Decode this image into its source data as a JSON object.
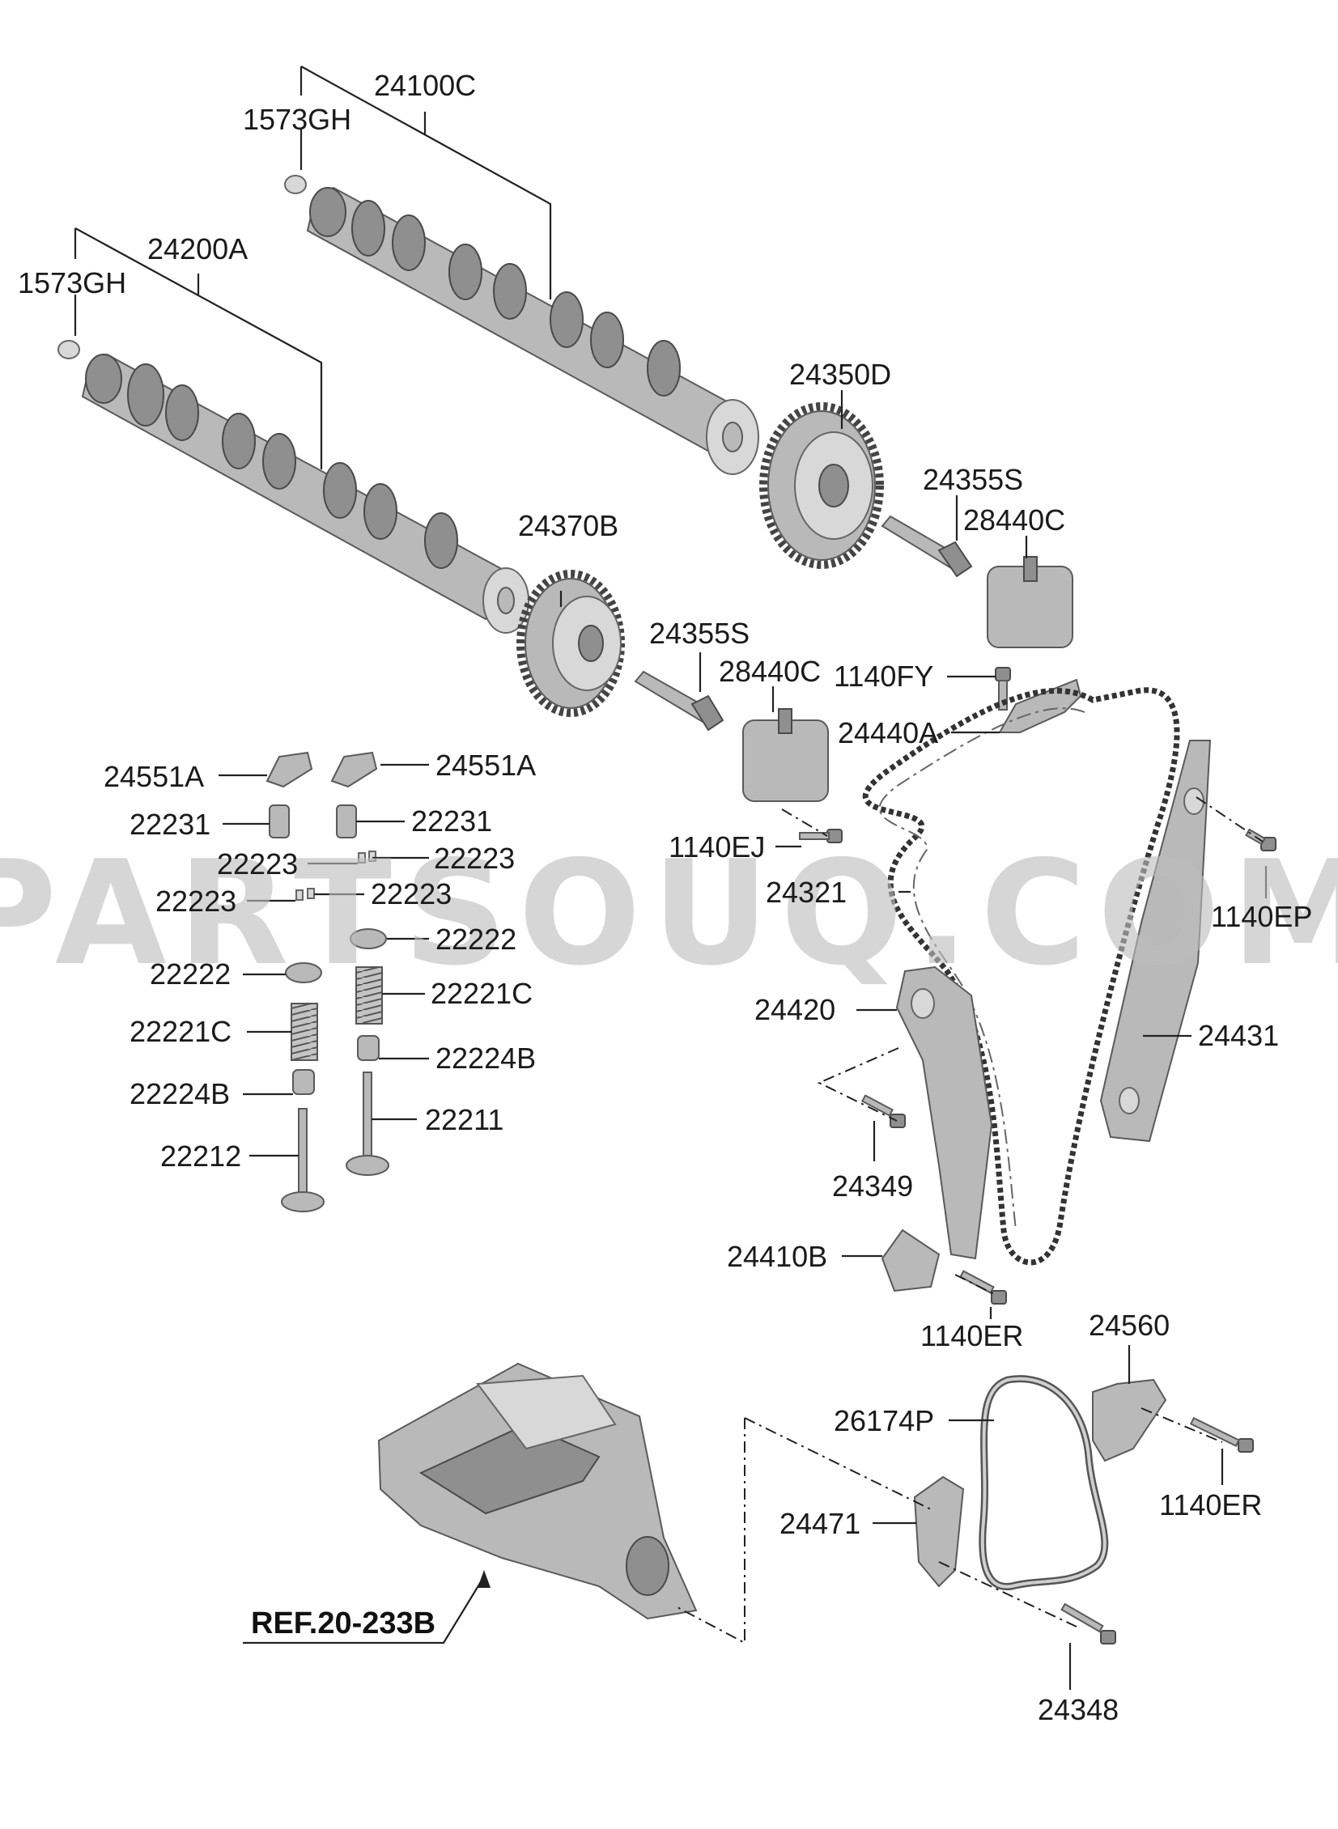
{
  "watermark": "PARTSOUQ.COM",
  "reference": "REF.20-233B",
  "labels": {
    "l_24100C": "24100C",
    "l_1573GH_a": "1573GH",
    "l_24200A": "24200A",
    "l_1573GH_b": "1573GH",
    "l_24350D": "24350D",
    "l_24355S_a": "24355S",
    "l_28440C_a": "28440C",
    "l_24370B": "24370B",
    "l_24355S_b": "24355S",
    "l_28440C_b": "28440C",
    "l_1140FY": "1140FY",
    "l_24440A": "24440A",
    "l_24551A_a": "24551A",
    "l_24551A_b": "24551A",
    "l_22231_a": "22231",
    "l_22231_b": "22231",
    "l_22223_a": "22223",
    "l_22223_b": "22223",
    "l_22223_c": "22223",
    "l_22223_d": "22223",
    "l_22222_a": "22222",
    "l_22222_b": "22222",
    "l_22221C_a": "22221C",
    "l_22221C_b": "22221C",
    "l_22224B_a": "22224B",
    "l_22224B_b": "22224B",
    "l_22211": "22211",
    "l_22212": "22212",
    "l_1140EJ": "1140EJ",
    "l_24321": "24321",
    "l_1140EP": "1140EP",
    "l_24420": "24420",
    "l_24431": "24431",
    "l_24349": "24349",
    "l_24410B": "24410B",
    "l_1140ER_a": "1140ER",
    "l_24560": "24560",
    "l_26174P": "26174P",
    "l_1140ER_b": "1140ER",
    "l_24471": "24471",
    "l_24348": "24348"
  }
}
